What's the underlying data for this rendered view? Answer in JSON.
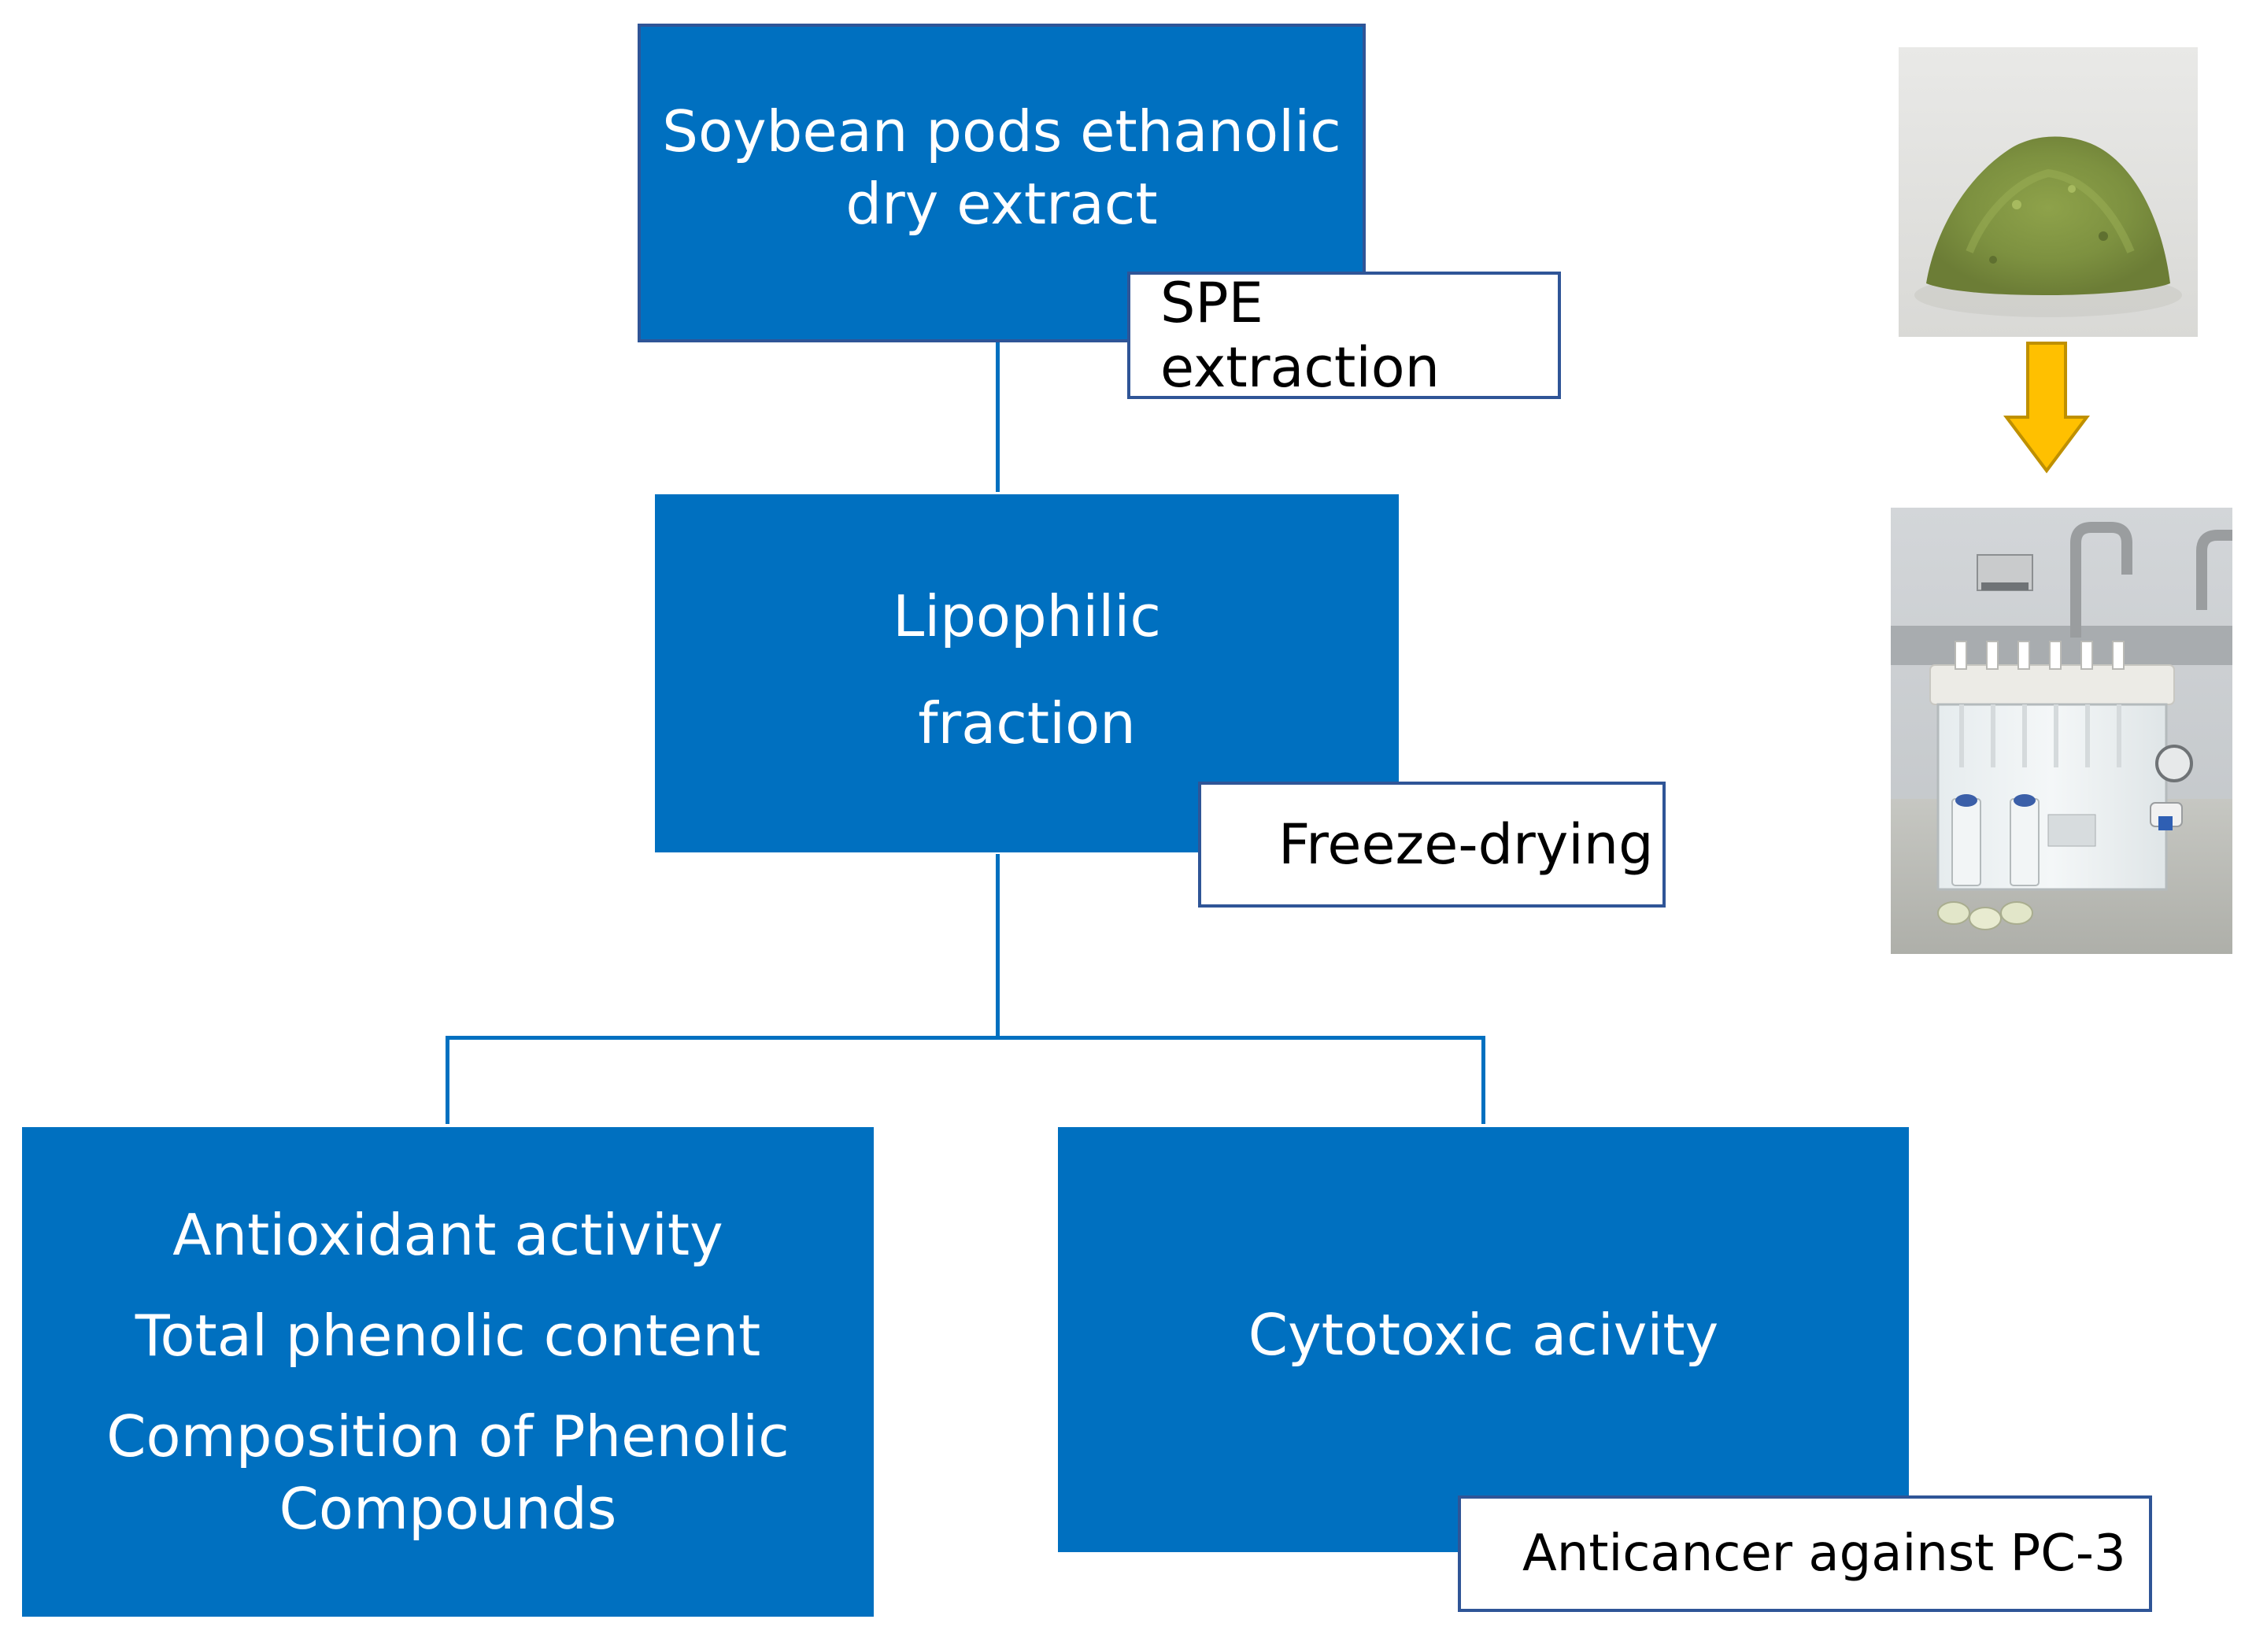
{
  "nodes": {
    "extract": {
      "lines": [
        "Soybean pods ethanolic",
        "dry extract"
      ]
    },
    "lipophilic": {
      "lines": [
        "Lipophilic",
        "fraction"
      ]
    },
    "assays": {
      "lines": [
        "Antioxidant activity",
        "Total phenolic content",
        "Composition of Phenolic",
        "Compounds"
      ]
    },
    "cytotoxic": {
      "lines": [
        "Cytotoxic acivity"
      ]
    }
  },
  "labels": {
    "spe": "SPE extraction",
    "freeze": "Freeze-drying",
    "anticancer": "Anticancer against PC-3"
  },
  "colors": {
    "box_fill": "#0070c0",
    "label_border": "#2f5597",
    "arrow": "#ffc000"
  },
  "icons": {
    "arrow": "down-arrow-icon"
  }
}
